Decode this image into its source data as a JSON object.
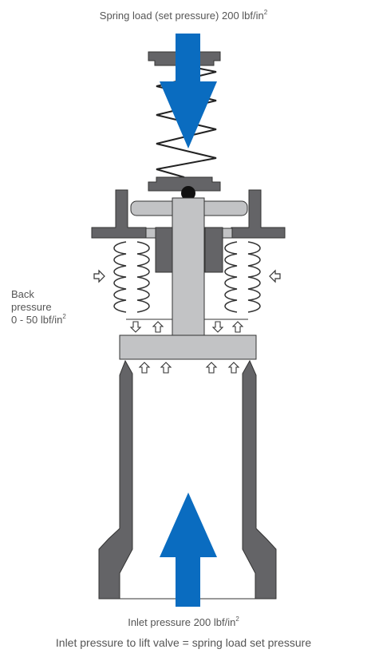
{
  "labels": {
    "spring_load": {
      "text": "Spring load (set pressure) 200 lbf/in",
      "sup": "2"
    },
    "back_pressure": {
      "line1": "Back",
      "line2": "pressure",
      "line3": "0 - 50 lbf/in",
      "sup": "2"
    },
    "inlet_pressure": {
      "text": "Inlet pressure 200 lbf/in",
      "sup": "2"
    },
    "note": "Inlet pressure to lift valve = spring load set pressure"
  },
  "colors": {
    "metal_dark": "#646467",
    "metal_light": "#c2c3c5",
    "arrow_blue": "#0a6cc0",
    "outline": "#333333",
    "spring": "#222222"
  },
  "icons": {
    "force_arrow": "blue-arrow-icon",
    "pressure_arrow": "outline-arrow-icon"
  }
}
